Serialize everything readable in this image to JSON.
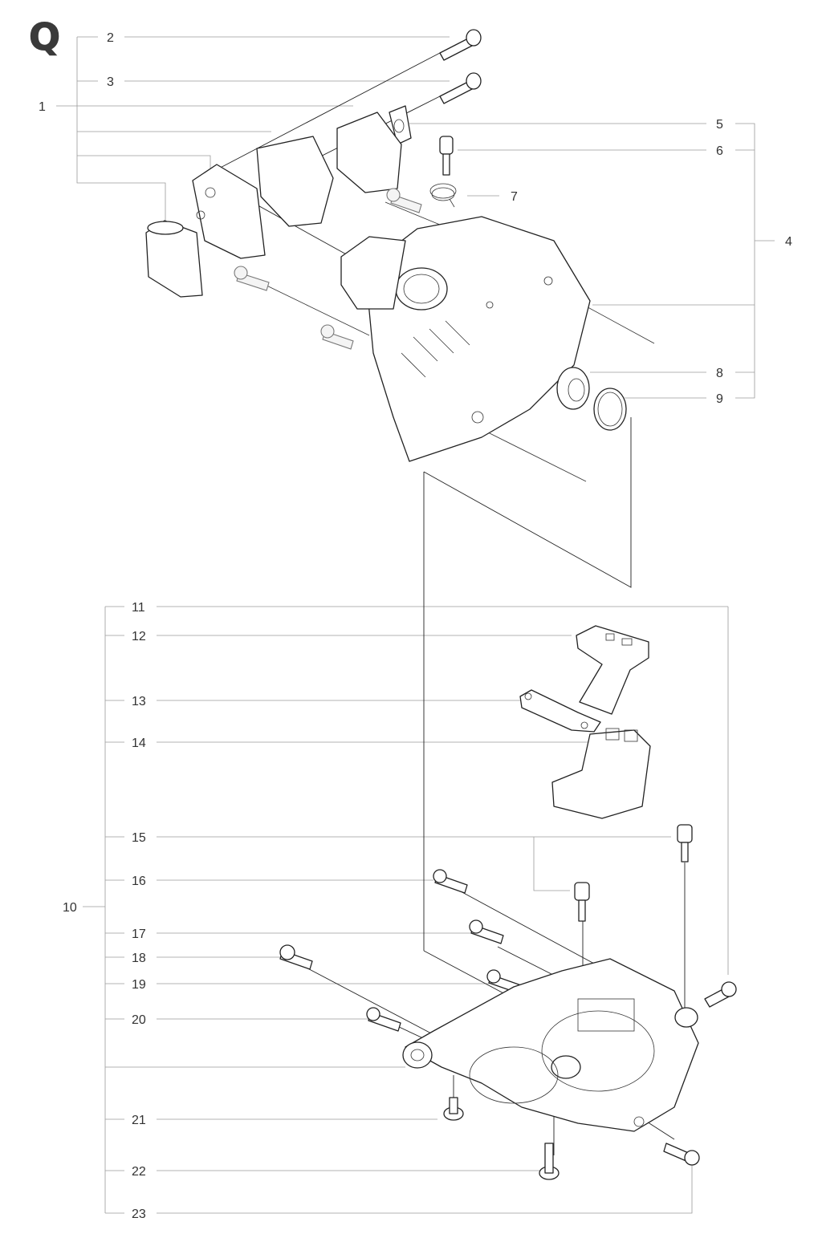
{
  "section_letter": "Q",
  "callouts": [
    "1",
    "2",
    "3",
    "4",
    "5",
    "6",
    "7",
    "8",
    "9",
    "10",
    "11",
    "12",
    "13",
    "14",
    "15",
    "16",
    "17",
    "18",
    "19",
    "20",
    "21",
    "22",
    "23"
  ]
}
